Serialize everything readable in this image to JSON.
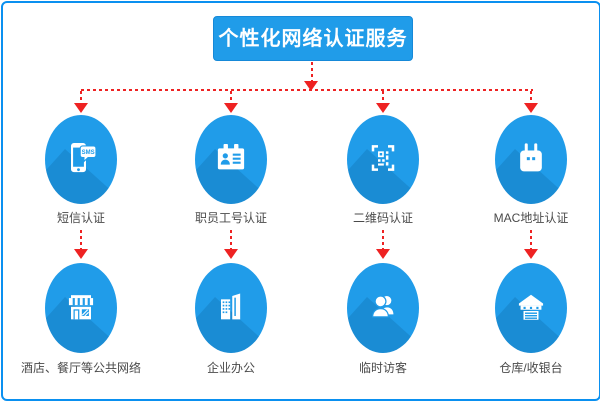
{
  "title": "个性化网络认证服务",
  "colors": {
    "primary_blue": "#209CE9",
    "outer_border_blue": "#0A90F0",
    "connector_red": "#EE2222",
    "label_gray": "#4A4A4A",
    "icon_white": "#FFFFFF"
  },
  "connectors": {
    "style": "red-dashed-arrows",
    "root_to_branch": "title box branches to 4 columns"
  },
  "columns": [
    {
      "top_icon": "sms-phone-icon",
      "top_icon_text": "SMS",
      "top_label": "短信认证",
      "bottom_icon": "storefront-icon",
      "bottom_label": "酒店、餐厅等公共网络"
    },
    {
      "top_icon": "id-badge-icon",
      "top_label": "职员工号认证",
      "bottom_icon": "office-buildings-icon",
      "bottom_label": "企业办公"
    },
    {
      "top_icon": "qr-code-scan-icon",
      "top_label": "二维码认证",
      "bottom_icon": "visitors-people-icon",
      "bottom_label": "临时访客"
    },
    {
      "top_icon": "router-mac-icon",
      "top_label": "MAC地址认证",
      "bottom_icon": "warehouse-icon",
      "bottom_label": "仓库/收银台"
    }
  ]
}
